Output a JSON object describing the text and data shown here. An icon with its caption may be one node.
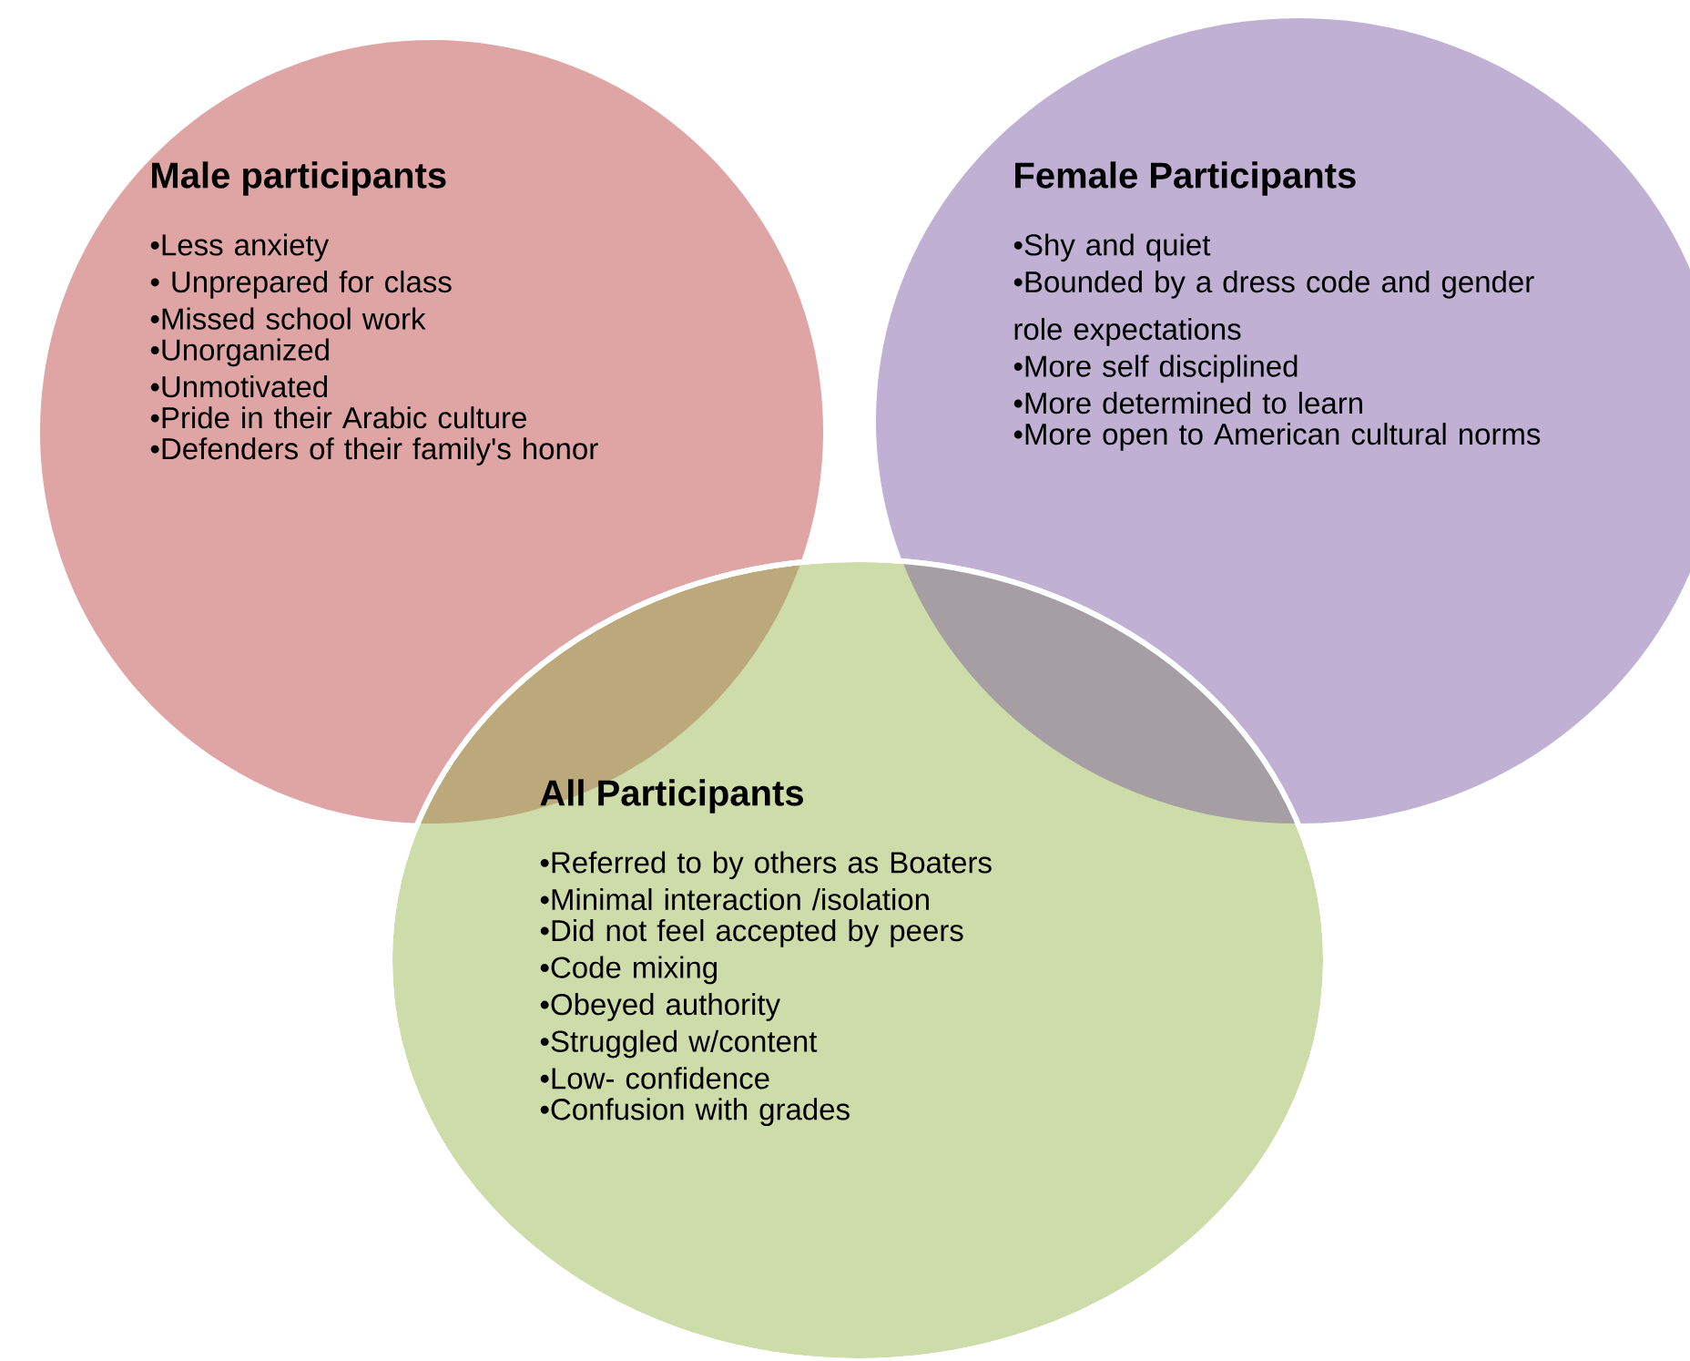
{
  "diagram": {
    "nodes": [
      {
        "text": [
          "Male participants",
          "•Less anxiety",
          "• Unprepared for class",
          "•Missed school work",
          "•Unorganized",
          "•Unmotivated",
          "•Pride in their Arabic culture",
          "•Defenders of their family's honor"
        ]
      },
      {
        "text": [
          "Female Participants",
          "•Shy and quiet",
          "•Bounded by a dress code and gender role expectations",
          "•More self disciplined",
          "•More determined to learn",
          "•More open to American cultural norms"
        ]
      },
      {
        "text": [
          "All Participants",
          "•Referred to by others as Boaters",
          "•Minimal interaction /isolation",
          "•Did not feel accepted by peers",
          "•Code mixing",
          "•Obeyed authority",
          "•Struggled w/content",
          "•Low- confidence",
          "•Confusion with grades"
        ]
      }
    ]
  }
}
